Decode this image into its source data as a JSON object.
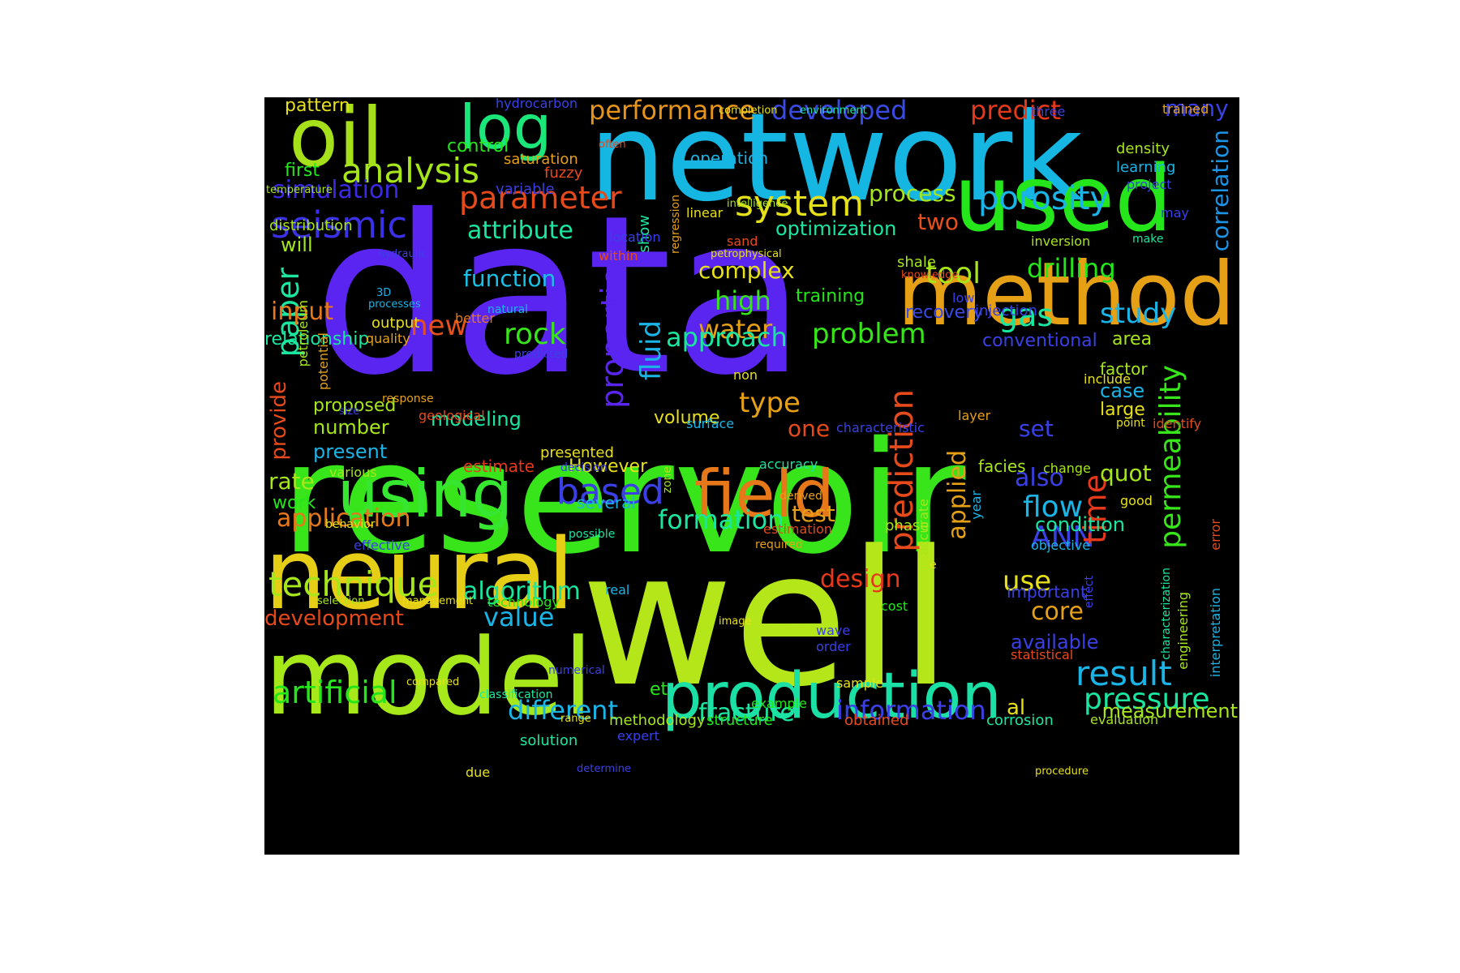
{
  "word_cloud": {
    "background": "#000000",
    "words": [
      {
        "text": "data",
        "color": "#5a25f0",
        "orient": "h"
      },
      {
        "text": "reservoir",
        "color": "#37e51a",
        "orient": "h"
      },
      {
        "text": "well",
        "color": "#b4e61a",
        "orient": "h"
      },
      {
        "text": "network",
        "color": "#16b6e2",
        "orient": "h"
      },
      {
        "text": "model",
        "color": "#a6e81a",
        "orient": "h"
      },
      {
        "text": "neural",
        "color": "#e6cd16",
        "orient": "h"
      },
      {
        "text": "method",
        "color": "#e6a016",
        "orient": "h"
      },
      {
        "text": "used",
        "color": "#25e61a",
        "orient": "h"
      },
      {
        "text": "oil",
        "color": "#a6e01a",
        "orient": "h"
      },
      {
        "text": "production",
        "color": "#1ae0a6",
        "orient": "h"
      },
      {
        "text": "using",
        "color": "#37e630",
        "orient": "h"
      },
      {
        "text": "field",
        "color": "#e6781a",
        "orient": "h"
      },
      {
        "text": "log",
        "color": "#1ae67a",
        "orient": "h"
      },
      {
        "text": "seismic",
        "color": "#3a30e6",
        "orient": "h"
      },
      {
        "text": "system",
        "color": "#e6e01a",
        "orient": "h"
      },
      {
        "text": "parameter",
        "color": "#e64a1a",
        "orient": "h"
      },
      {
        "text": "analysis",
        "color": "#a6e61a",
        "orient": "h"
      },
      {
        "text": "porosity",
        "color": "#1ab4e6",
        "orient": "h"
      },
      {
        "text": "performance",
        "color": "#e6941a",
        "orient": "h"
      },
      {
        "text": "developed",
        "color": "#3a4ae6",
        "orient": "h"
      },
      {
        "text": "predict",
        "color": "#e6381a",
        "orient": "h"
      },
      {
        "text": "simulation",
        "color": "#3a2ae6",
        "orient": "h"
      },
      {
        "text": "attribute",
        "color": "#1ae6a0",
        "orient": "h"
      },
      {
        "text": "process",
        "color": "#a6e61a",
        "orient": "h"
      },
      {
        "text": "two",
        "color": "#e6501a",
        "orient": "h"
      },
      {
        "text": "optimization",
        "color": "#1ae6a0",
        "orient": "h"
      },
      {
        "text": "correlation",
        "color": "#1a94e6",
        "orient": "v"
      },
      {
        "text": "many",
        "color": "#3a40e6",
        "orient": "h"
      },
      {
        "text": "tool",
        "color": "#a6e61a",
        "orient": "h"
      },
      {
        "text": "drilling",
        "color": "#25e61a",
        "orient": "h"
      },
      {
        "text": "paper",
        "color": "#1ae6a0",
        "orient": "v"
      },
      {
        "text": "fluid",
        "color": "#1ab4e6",
        "orient": "v"
      },
      {
        "text": "properties",
        "color": "#5a25f0",
        "orient": "v"
      },
      {
        "text": "function",
        "color": "#1ac0e6",
        "orient": "h"
      },
      {
        "text": "complex",
        "color": "#e6e01a",
        "orient": "h"
      },
      {
        "text": "high",
        "color": "#37e51a",
        "orient": "h"
      },
      {
        "text": "water",
        "color": "#e6a016",
        "orient": "h"
      },
      {
        "text": "gas",
        "color": "#1ae6a0",
        "orient": "h"
      },
      {
        "text": "study",
        "color": "#1ab4e6",
        "orient": "h"
      },
      {
        "text": "input",
        "color": "#e6781a",
        "orient": "h"
      },
      {
        "text": "new",
        "color": "#e6501a",
        "orient": "h"
      },
      {
        "text": "rock",
        "color": "#37e51a",
        "orient": "h"
      },
      {
        "text": "approach",
        "color": "#1ae6a0",
        "orient": "h"
      },
      {
        "text": "problem",
        "color": "#37e51a",
        "orient": "h"
      },
      {
        "text": "recovery",
        "color": "#3a4ae6",
        "orient": "h"
      },
      {
        "text": "conventional",
        "color": "#3a40e6",
        "orient": "h"
      },
      {
        "text": "area",
        "color": "#a6e61a",
        "orient": "h"
      },
      {
        "text": "relationship",
        "color": "#1ae6a0",
        "orient": "h"
      },
      {
        "text": "permeability",
        "color": "#37e51a",
        "orient": "v"
      },
      {
        "text": "based",
        "color": "#3a40e6",
        "orient": "h"
      },
      {
        "text": "prediction",
        "color": "#e64a1a",
        "orient": "v"
      },
      {
        "text": "applied",
        "color": "#e6a016",
        "orient": "v"
      },
      {
        "text": "flow",
        "color": "#1ab4e6",
        "orient": "h"
      },
      {
        "text": "ANN",
        "color": "#3a40e6",
        "orient": "h"
      },
      {
        "text": "time",
        "color": "#e6381a",
        "orient": "v"
      },
      {
        "text": "condition",
        "color": "#1ae6a0",
        "orient": "h"
      },
      {
        "text": "use",
        "color": "#e6e01a",
        "orient": "h"
      },
      {
        "text": "core",
        "color": "#e6a016",
        "orient": "h"
      },
      {
        "text": "also",
        "color": "#3a40e6",
        "orient": "h"
      },
      {
        "text": "quot",
        "color": "#a6e61a",
        "orient": "h"
      },
      {
        "text": "set",
        "color": "#3a40e6",
        "orient": "h"
      },
      {
        "text": "case",
        "color": "#1ab4e6",
        "orient": "h"
      },
      {
        "text": "large",
        "color": "#e6e01a",
        "orient": "h"
      },
      {
        "text": "factor",
        "color": "#a6e61a",
        "orient": "h"
      },
      {
        "text": "type",
        "color": "#e6a016",
        "orient": "h"
      },
      {
        "text": "one",
        "color": "#e64a1a",
        "orient": "h"
      },
      {
        "text": "volume",
        "color": "#e6e01a",
        "orient": "h"
      },
      {
        "text": "modeling",
        "color": "#1ae6a0",
        "orient": "h"
      },
      {
        "text": "number",
        "color": "#a6e61a",
        "orient": "h"
      },
      {
        "text": "present",
        "color": "#1ab4e6",
        "orient": "h"
      },
      {
        "text": "proposed",
        "color": "#a6e61a",
        "orient": "h"
      },
      {
        "text": "provide",
        "color": "#e64a1a",
        "orient": "v"
      },
      {
        "text": "rate",
        "color": "#a6e61a",
        "orient": "h"
      },
      {
        "text": "work",
        "color": "#25e61a",
        "orient": "h"
      },
      {
        "text": "application",
        "color": "#e6781a",
        "orient": "h"
      },
      {
        "text": "technique",
        "color": "#a6e61a",
        "orient": "h"
      },
      {
        "text": "development",
        "color": "#e64a1a",
        "orient": "h"
      },
      {
        "text": "algorithm",
        "color": "#1ae6a0",
        "orient": "h"
      },
      {
        "text": "value",
        "color": "#1ab4e6",
        "orient": "h"
      },
      {
        "text": "artificial",
        "color": "#25e61a",
        "orient": "h"
      },
      {
        "text": "different",
        "color": "#1ab4e6",
        "orient": "h"
      },
      {
        "text": "fracture",
        "color": "#1ae6a0",
        "orient": "h"
      },
      {
        "text": "information",
        "color": "#3a40e6",
        "orient": "h"
      },
      {
        "text": "al",
        "color": "#e6e01a",
        "orient": "h"
      },
      {
        "text": "result",
        "color": "#1ab4e6",
        "orient": "h"
      },
      {
        "text": "pressure",
        "color": "#1ae6a0",
        "orient": "h"
      },
      {
        "text": "measurement",
        "color": "#a6e61a",
        "orient": "h"
      },
      {
        "text": "formation",
        "color": "#1ae6a0",
        "orient": "h"
      },
      {
        "text": "test",
        "color": "#e6a016",
        "orient": "h"
      },
      {
        "text": "design",
        "color": "#e6381a",
        "orient": "h"
      },
      {
        "text": "available",
        "color": "#3a40e6",
        "orient": "h"
      },
      {
        "text": "important",
        "color": "#3a40e6",
        "orient": "h"
      },
      {
        "text": "However",
        "color": "#e6e01a",
        "orient": "h"
      },
      {
        "text": "estimate",
        "color": "#e6381a",
        "orient": "h"
      },
      {
        "text": "several",
        "color": "#1ab4e6",
        "orient": "h"
      },
      {
        "text": "facies",
        "color": "#a6e61a",
        "orient": "h"
      },
      {
        "text": "will",
        "color": "#a6e61a",
        "orient": "h"
      },
      {
        "text": "distribution",
        "color": "#a6e61a",
        "orient": "h"
      },
      {
        "text": "first",
        "color": "#25e61a",
        "orient": "h"
      },
      {
        "text": "temperature",
        "color": "#a6e61a",
        "orient": "h"
      },
      {
        "text": "pattern",
        "color": "#e6e01a",
        "orient": "h"
      },
      {
        "text": "control",
        "color": "#25e61a",
        "orient": "h"
      },
      {
        "text": "saturation",
        "color": "#e6a016",
        "orient": "h"
      },
      {
        "text": "fuzzy",
        "color": "#e64a1a",
        "orient": "h"
      },
      {
        "text": "variable",
        "color": "#3a40e6",
        "orient": "h"
      },
      {
        "text": "hydrocarbon",
        "color": "#3a40e6",
        "orient": "h"
      },
      {
        "text": "operation",
        "color": "#1ab4e6",
        "orient": "h"
      },
      {
        "text": "density",
        "color": "#a6e61a",
        "orient": "h"
      },
      {
        "text": "learning",
        "color": "#1ab4e6",
        "orient": "h"
      },
      {
        "text": "project",
        "color": "#3a40e6",
        "orient": "h"
      },
      {
        "text": "trained",
        "color": "#e6a016",
        "orient": "h"
      },
      {
        "text": "three",
        "color": "#3a40e6",
        "orient": "h"
      },
      {
        "text": "completion",
        "color": "#e6e01a",
        "orient": "h"
      },
      {
        "text": "environment",
        "color": "#1ae6a0",
        "orient": "h"
      },
      {
        "text": "often",
        "color": "#e64a1a",
        "orient": "h"
      },
      {
        "text": "regression",
        "color": "#e6a016",
        "orient": "v"
      },
      {
        "text": "show",
        "color": "#1ae6a0",
        "orient": "v"
      },
      {
        "text": "linear",
        "color": "#e6e01a",
        "orient": "h"
      },
      {
        "text": "intelligence",
        "color": "#a6e61a",
        "orient": "h"
      },
      {
        "text": "location",
        "color": "#3a40e6",
        "orient": "h"
      },
      {
        "text": "sand",
        "color": "#e64a1a",
        "orient": "h"
      },
      {
        "text": "petrophysical",
        "color": "#e6e01a",
        "orient": "h"
      },
      {
        "text": "within",
        "color": "#e64a1a",
        "orient": "h"
      },
      {
        "text": "inversion",
        "color": "#a6e61a",
        "orient": "h"
      },
      {
        "text": "make",
        "color": "#1ae6a0",
        "orient": "h"
      },
      {
        "text": "may",
        "color": "#3a40e6",
        "orient": "h"
      },
      {
        "text": "shale",
        "color": "#a6e61a",
        "orient": "h"
      },
      {
        "text": "knowledge",
        "color": "#e64a1a",
        "orient": "h"
      },
      {
        "text": "low",
        "color": "#3a40e6",
        "orient": "h"
      },
      {
        "text": "injection",
        "color": "#3a40e6",
        "orient": "h"
      },
      {
        "text": "training",
        "color": "#25e61a",
        "orient": "h"
      },
      {
        "text": "hydraulic",
        "color": "#3a40e6",
        "orient": "h"
      },
      {
        "text": "3D",
        "color": "#1ab4e6",
        "orient": "h"
      },
      {
        "text": "processes",
        "color": "#1ab4e6",
        "orient": "h"
      },
      {
        "text": "natural",
        "color": "#1ab4e6",
        "orient": "h"
      },
      {
        "text": "better",
        "color": "#e6781a",
        "orient": "h"
      },
      {
        "text": "petroleum",
        "color": "#a6e61a",
        "orient": "v"
      },
      {
        "text": "potential",
        "color": "#e6a016",
        "orient": "v"
      },
      {
        "text": "output",
        "color": "#e6e01a",
        "orient": "h"
      },
      {
        "text": "quality",
        "color": "#e6a016",
        "orient": "h"
      },
      {
        "text": "predicted",
        "color": "#3a40e6",
        "orient": "h"
      },
      {
        "text": "non",
        "color": "#e6e01a",
        "orient": "h"
      },
      {
        "text": "include",
        "color": "#e6e01a",
        "orient": "h"
      },
      {
        "text": "response",
        "color": "#e6a016",
        "orient": "h"
      },
      {
        "text": "size",
        "color": "#3a40e6",
        "orient": "h"
      },
      {
        "text": "geological",
        "color": "#e64a1a",
        "orient": "h"
      },
      {
        "text": "layer",
        "color": "#e6a016",
        "orient": "h"
      },
      {
        "text": "identify",
        "color": "#e64a1a",
        "orient": "h"
      },
      {
        "text": "point",
        "color": "#e6e01a",
        "orient": "h"
      },
      {
        "text": "surface",
        "color": "#1ab4e6",
        "orient": "h"
      },
      {
        "text": "characteristic",
        "color": "#3a40e6",
        "orient": "h"
      },
      {
        "text": "zone",
        "color": "#a6e61a",
        "orient": "v"
      },
      {
        "text": "accurate",
        "color": "#a6e61a",
        "orient": "v"
      },
      {
        "text": "year",
        "color": "#1ab4e6",
        "orient": "v"
      },
      {
        "text": "various",
        "color": "#a6e61a",
        "orient": "h"
      },
      {
        "text": "presented",
        "color": "#e6e01a",
        "orient": "h"
      },
      {
        "text": "decision",
        "color": "#3a40e6",
        "orient": "h"
      },
      {
        "text": "accuracy",
        "color": "#1ae6a0",
        "orient": "h"
      },
      {
        "text": "derived",
        "color": "#e6a016",
        "orient": "h"
      },
      {
        "text": "change",
        "color": "#a6e61a",
        "orient": "h"
      },
      {
        "text": "phase",
        "color": "#a6e61a",
        "orient": "h"
      },
      {
        "text": "good",
        "color": "#e6e01a",
        "orient": "h"
      },
      {
        "text": "behavior",
        "color": "#e6e01a",
        "orient": "h"
      },
      {
        "text": "estimation",
        "color": "#e64a1a",
        "orient": "h"
      },
      {
        "text": "possible",
        "color": "#1ae6a0",
        "orient": "h"
      },
      {
        "text": "required",
        "color": "#e6a016",
        "orient": "h"
      },
      {
        "text": "effective",
        "color": "#3a40e6",
        "orient": "h"
      },
      {
        "text": "objective",
        "color": "#1ab4e6",
        "orient": "h"
      },
      {
        "text": "error",
        "color": "#e64a1a",
        "orient": "v"
      },
      {
        "text": "e",
        "color": "#e6e01a",
        "orient": "h"
      },
      {
        "text": "effect",
        "color": "#3a40e6",
        "orient": "v"
      },
      {
        "text": "characterization",
        "color": "#1ae6a0",
        "orient": "v"
      },
      {
        "text": "engineering",
        "color": "#a6e61a",
        "orient": "v"
      },
      {
        "text": "interpretation",
        "color": "#1ab4e6",
        "orient": "v"
      },
      {
        "text": "real",
        "color": "#1ab4e6",
        "orient": "h"
      },
      {
        "text": "selection",
        "color": "#a6e61a",
        "orient": "h"
      },
      {
        "text": "management",
        "color": "#e6e01a",
        "orient": "h"
      },
      {
        "text": "technology",
        "color": "#25e61a",
        "orient": "h"
      },
      {
        "text": "cost",
        "color": "#25e61a",
        "orient": "h"
      },
      {
        "text": "image",
        "color": "#e6e01a",
        "orient": "h"
      },
      {
        "text": "wave",
        "color": "#3a40e6",
        "orient": "h"
      },
      {
        "text": "order",
        "color": "#3a40e6",
        "orient": "h"
      },
      {
        "text": "statistical",
        "color": "#e64a1a",
        "orient": "h"
      },
      {
        "text": "numerical",
        "color": "#3a40e6",
        "orient": "h"
      },
      {
        "text": "compared",
        "color": "#e6e01a",
        "orient": "h"
      },
      {
        "text": "classification",
        "color": "#1ae6a0",
        "orient": "h"
      },
      {
        "text": "sample",
        "color": "#e6e01a",
        "orient": "h"
      },
      {
        "text": "et",
        "color": "#25e61a",
        "orient": "h"
      },
      {
        "text": "example",
        "color": "#25e61a",
        "orient": "h"
      },
      {
        "text": "range",
        "color": "#e6e01a",
        "orient": "h"
      },
      {
        "text": "methodology",
        "color": "#a6e61a",
        "orient": "h"
      },
      {
        "text": "structure",
        "color": "#25e61a",
        "orient": "h"
      },
      {
        "text": "obtained",
        "color": "#e64a1a",
        "orient": "h"
      },
      {
        "text": "corrosion",
        "color": "#1ae6a0",
        "orient": "h"
      },
      {
        "text": "evaluation",
        "color": "#a6e61a",
        "orient": "h"
      },
      {
        "text": "expert",
        "color": "#3a40e6",
        "orient": "h"
      },
      {
        "text": "solution",
        "color": "#1ae6a0",
        "orient": "h"
      },
      {
        "text": "determine",
        "color": "#3a40e6",
        "orient": "h"
      },
      {
        "text": "due",
        "color": "#e6e01a",
        "orient": "h"
      },
      {
        "text": "procedure",
        "color": "#e6e01a",
        "orient": "h"
      }
    ]
  }
}
